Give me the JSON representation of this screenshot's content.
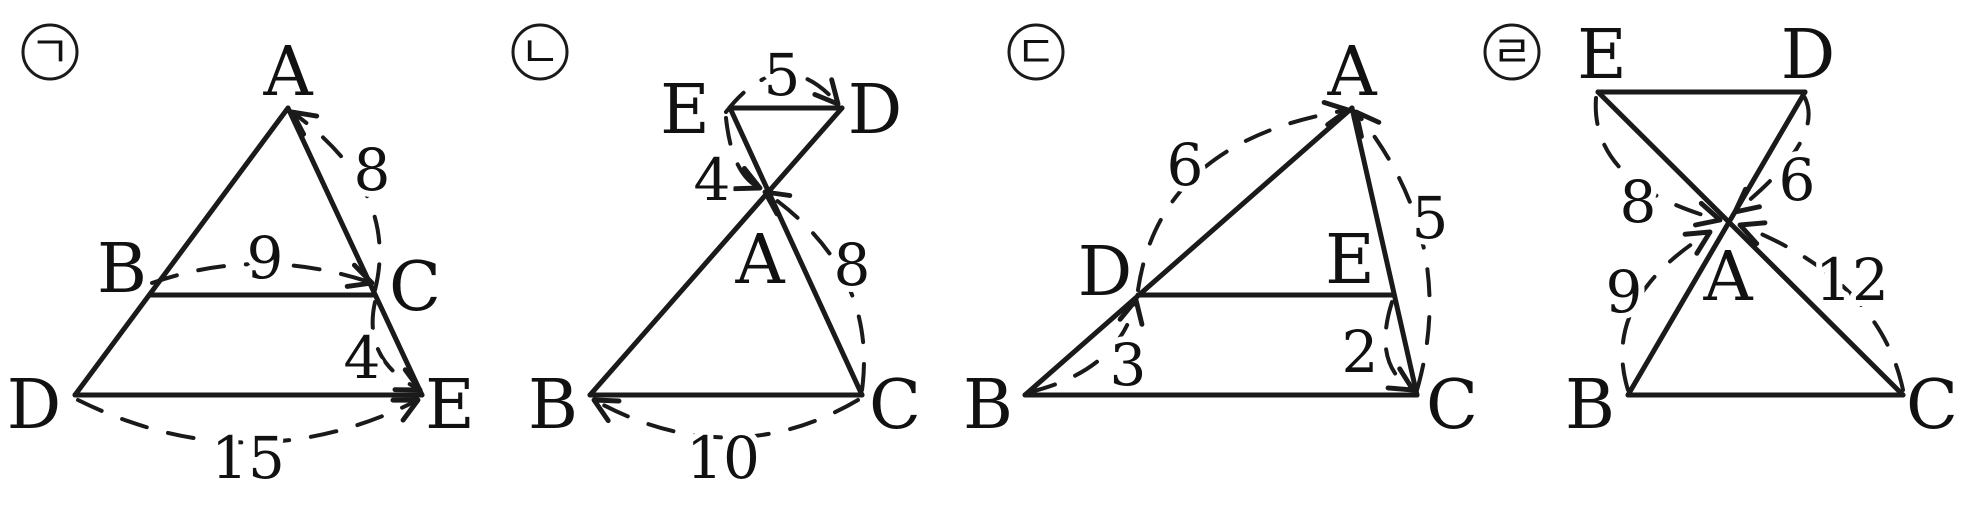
{
  "figures": [
    {
      "marker": "ㄱ",
      "points": {
        "A": "A",
        "B": "B",
        "C": "C",
        "D": "D",
        "E": "E"
      },
      "measures": {
        "AC": "8",
        "BC": "9",
        "CE": "4",
        "DE": "15"
      }
    },
    {
      "marker": "ㄴ",
      "points": {
        "E": "E",
        "D": "D",
        "A": "A",
        "B": "B",
        "C": "C"
      },
      "measures": {
        "ED": "5",
        "EA": "4",
        "AC": "8",
        "BC": "10"
      }
    },
    {
      "marker": "ㄷ",
      "points": {
        "A": "A",
        "D": "D",
        "E": "E",
        "B": "B",
        "C": "C"
      },
      "measures": {
        "AD": "6",
        "AC": "5",
        "DB": "3",
        "EC": "2"
      }
    },
    {
      "marker": "ㄹ",
      "points": {
        "E": "E",
        "D": "D",
        "A": "A",
        "B": "B",
        "C": "C"
      },
      "measures": {
        "AE": "8",
        "AD": "6",
        "AB": "9",
        "AC": "12"
      }
    }
  ]
}
